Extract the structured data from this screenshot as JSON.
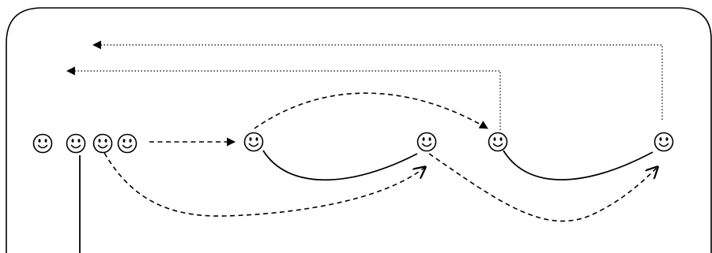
{
  "diagram": {
    "colors": {
      "background": "#ffffff",
      "ink": "#000000"
    },
    "faces": [
      {
        "id": "queue-1",
        "symbol": "smiley-face-icon"
      },
      {
        "id": "queue-2",
        "symbol": "smiley-face-icon"
      },
      {
        "id": "queue-3",
        "symbol": "smiley-face-icon"
      },
      {
        "id": "queue-4",
        "symbol": "smiley-face-icon"
      },
      {
        "id": "node-a",
        "symbol": "smiley-face-icon"
      },
      {
        "id": "node-b",
        "symbol": "smiley-face-icon"
      },
      {
        "id": "node-c",
        "symbol": "smiley-face-icon"
      },
      {
        "id": "node-d",
        "symbol": "smiley-face-icon"
      }
    ],
    "connections": [
      {
        "from": "queue-4",
        "to": "node-a",
        "style": "dashed",
        "arrowhead": "filled"
      },
      {
        "from": "node-a",
        "to": "node-c",
        "style": "dashed",
        "arrowhead": "filled"
      },
      {
        "from": "node-a",
        "to": "node-b",
        "style": "solid",
        "arrowhead": "none"
      },
      {
        "from": "queue-3",
        "to": "node-b",
        "style": "dashed",
        "arrowhead": "open"
      },
      {
        "from": "node-b",
        "to": "node-d",
        "style": "dashed",
        "arrowhead": "open"
      },
      {
        "from": "node-c",
        "to": "node-d",
        "style": "solid",
        "arrowhead": "none"
      },
      {
        "from": "node-c",
        "to": "upper-left",
        "style": "dotted",
        "arrowhead": "filled"
      },
      {
        "from": "node-d",
        "to": "top-left",
        "style": "dotted",
        "arrowhead": "filled"
      },
      {
        "from": "queue-2",
        "to": "outside-bottom",
        "style": "solid",
        "arrowhead": "none"
      }
    ]
  }
}
